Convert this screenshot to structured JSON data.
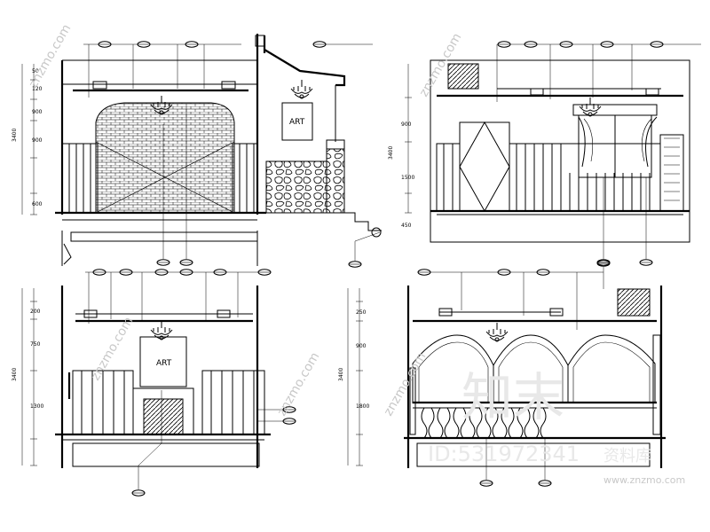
{
  "watermark": {
    "brand_text": "znzmo.com",
    "chinese_text": "知末",
    "id_text": "ID:531972341",
    "library_text": "资料库",
    "url_text": "www.znzmo.com"
  },
  "panels": {
    "top_left": {
      "art_label": "ART",
      "dims": [
        "50",
        "120",
        "900",
        "900",
        "600"
      ],
      "total_dim": "3400"
    },
    "top_right": {
      "dims": [
        "900",
        "1500",
        "450"
      ],
      "total_dim": "3400"
    },
    "bottom_left": {
      "art_label": "ART",
      "dims": [
        "200",
        "750",
        "1300"
      ],
      "total_dim": "3400"
    },
    "bottom_right": {
      "dims": [
        "250",
        "900",
        "1800"
      ],
      "total_dim": "3400"
    }
  },
  "colors": {
    "line": "#000000",
    "background": "#ffffff",
    "watermark": "#c8c8c8"
  }
}
